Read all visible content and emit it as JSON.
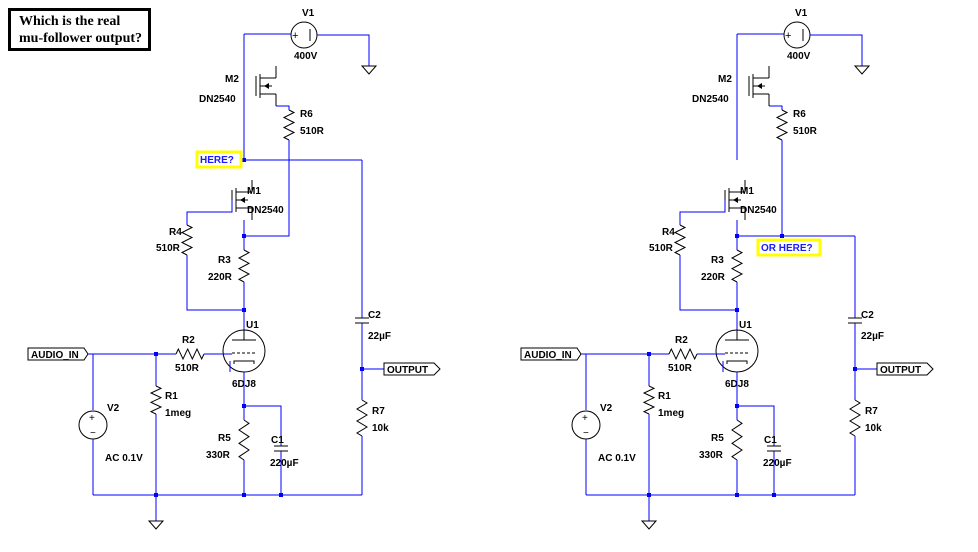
{
  "title": {
    "line1": "Which is the real",
    "line2": "mu-follower output?"
  },
  "colors": {
    "wire": "#0000ff",
    "component": "#000000",
    "highlight_border": "#ffff00",
    "highlight_text": "#1a1aff"
  },
  "circuits": [
    {
      "v1_name": "V1",
      "v1_value": "400V",
      "m2_name": "M2",
      "m2_model": "DN2540",
      "r6_name": "R6",
      "r6_value": "510R",
      "question_label": "HERE?",
      "m1_name": "M1",
      "m1_model": "DN2540",
      "r4_name": "R4",
      "r4_value": "510R",
      "r3_name": "R3",
      "r3_value": "220R",
      "u1_name": "U1",
      "u1_model": "6DJ8",
      "r2_name": "R2",
      "r2_value": "510R",
      "r1_name": "R1",
      "r1_value": "1meg",
      "v2_name": "V2",
      "v2_value": "AC 0.1V",
      "r5_name": "R5",
      "r5_value": "330R",
      "c1_name": "C1",
      "c1_value": "220µF",
      "c2_name": "C2",
      "c2_value": "22µF",
      "r7_name": "R7",
      "r7_value": "10k",
      "input_label": "AUDIO_IN",
      "output_label": "OUTPUT"
    },
    {
      "v1_name": "V1",
      "v1_value": "400V",
      "m2_name": "M2",
      "m2_model": "DN2540",
      "r6_name": "R6",
      "r6_value": "510R",
      "question_label": "OR HERE?",
      "m1_name": "M1",
      "m1_model": "DN2540",
      "r4_name": "R4",
      "r4_value": "510R",
      "r3_name": "R3",
      "r3_value": "220R",
      "u1_name": "U1",
      "u1_model": "6DJ8",
      "r2_name": "R2",
      "r2_value": "510R",
      "r1_name": "R1",
      "r1_value": "1meg",
      "v2_name": "V2",
      "v2_value": "AC 0.1V",
      "r5_name": "R5",
      "r5_value": "330R",
      "c1_name": "C1",
      "c1_value": "220µF",
      "c2_name": "C2",
      "c2_value": "22µF",
      "r7_name": "R7",
      "r7_value": "10k",
      "input_label": "AUDIO_IN",
      "output_label": "OUTPUT"
    }
  ]
}
